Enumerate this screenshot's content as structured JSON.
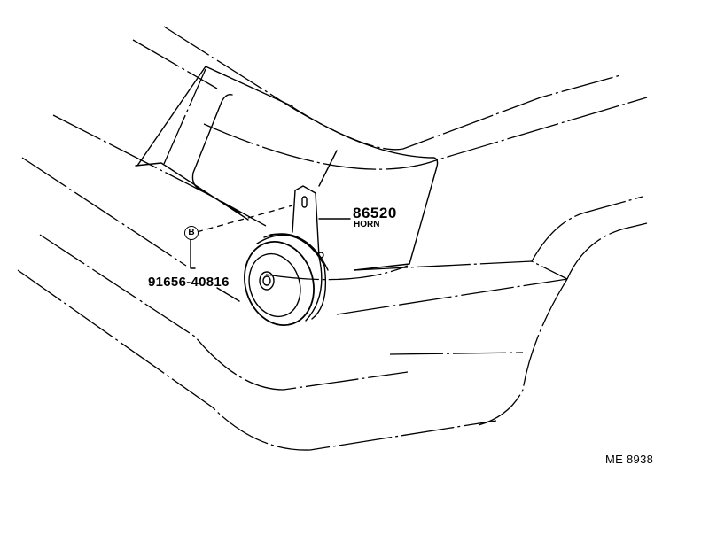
{
  "diagram": {
    "type": "parts-diagram",
    "subject": "Horn mounting on vehicle front bumper area",
    "parts": [
      {
        "part_number": "86520",
        "name": "HORN"
      },
      {
        "part_number": "91656-40816",
        "name": "",
        "callout": "B"
      }
    ],
    "callout_symbol": "B",
    "drawing_code": "ME 8938",
    "colors": {
      "line": "#000000",
      "background": "#ffffff"
    }
  }
}
